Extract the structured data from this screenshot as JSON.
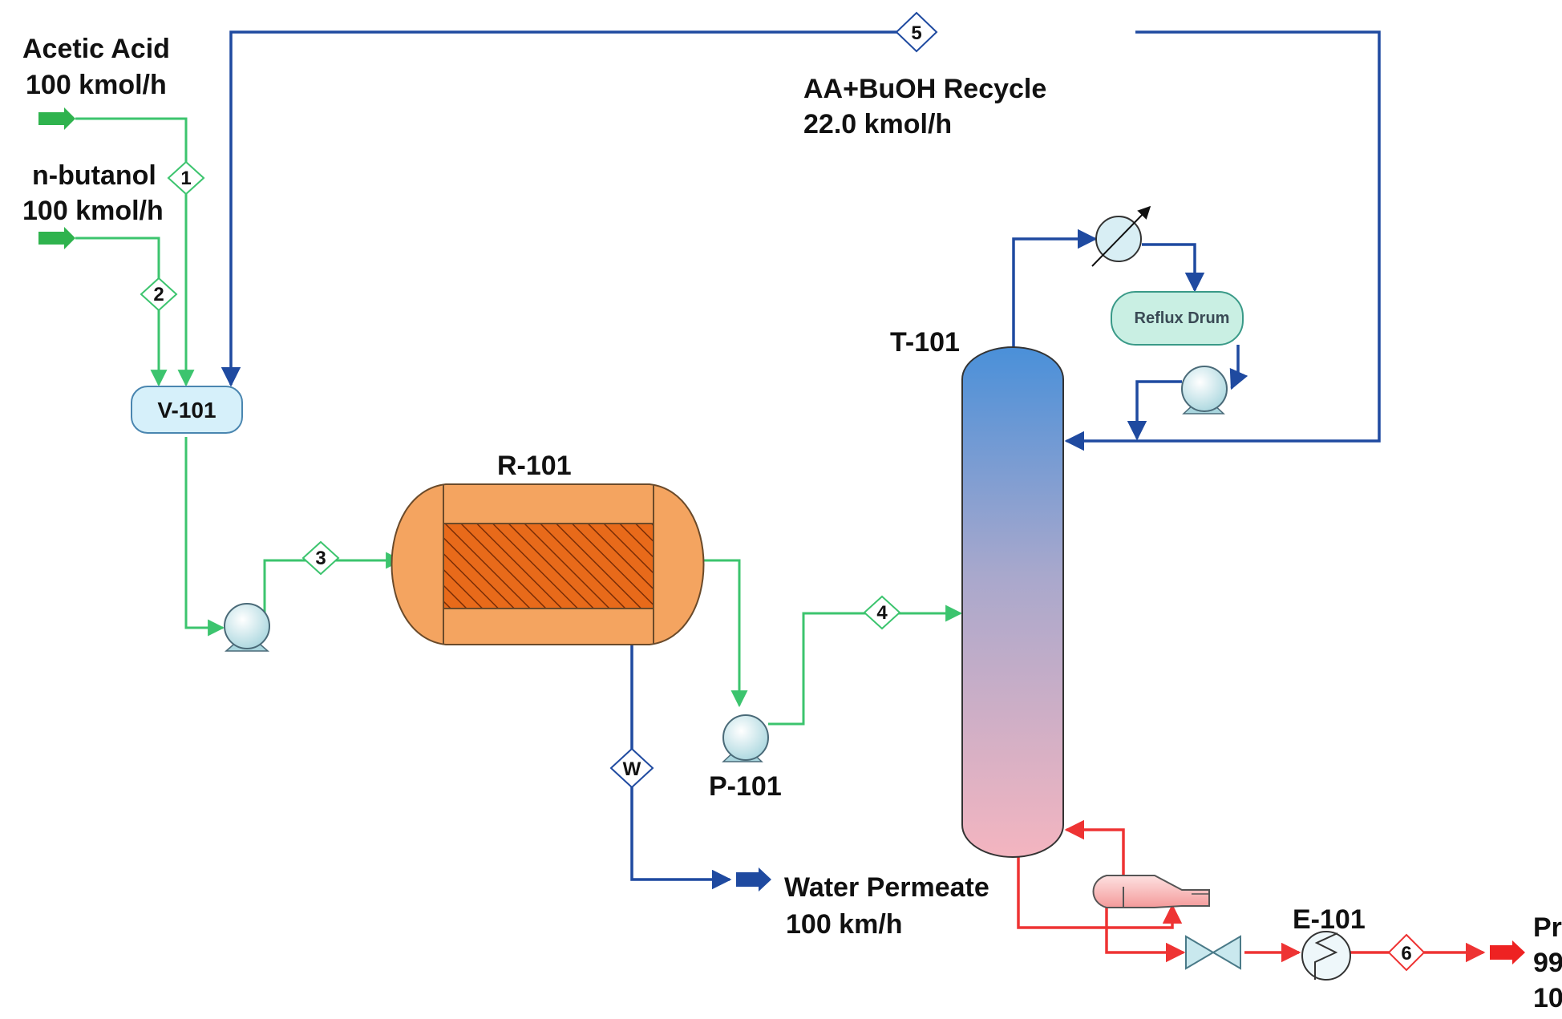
{
  "feeds": {
    "acetic_acid_name": "Acetic Acid",
    "acetic_acid_flow": "100 kmol/h",
    "butanol_name": "n-butanol",
    "butanol_flow": "100 kmol/h"
  },
  "recycle": {
    "name": "AA+BuOH Recycle",
    "flow": "22.0 kmol/h"
  },
  "permeate": {
    "name": "Water Permeate",
    "flow": "100 km/h"
  },
  "product": {
    "line1": "Pr",
    "line2": "99",
    "line3": "10"
  },
  "equipment": {
    "mixer": "V-101",
    "reactor": "R-101",
    "pump": "P-101",
    "column": "T-101",
    "reflux_drum": "Reflux Drum",
    "exchanger": "E-101"
  },
  "streams": {
    "s1": "1",
    "s2": "2",
    "s3": "3",
    "s4": "4",
    "s5": "5",
    "s6": "6",
    "sw": "W"
  },
  "colors": {
    "feed_lines": "#3cc46e",
    "recycle_lines": "#1f4aa0",
    "product_lines": "#ee3333",
    "reactor_body": "#f4a460",
    "catalyst_bed": "#e86a1a"
  }
}
